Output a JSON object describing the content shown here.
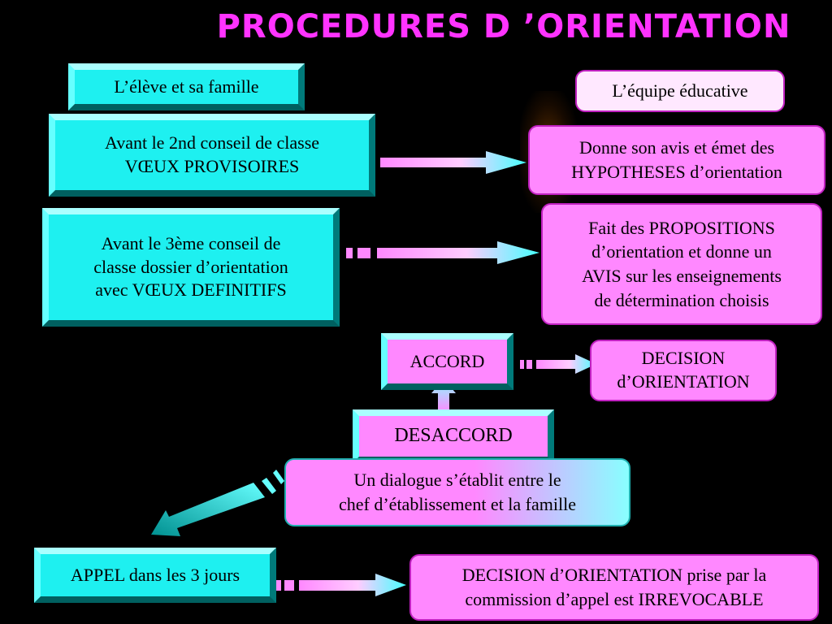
{
  "title": "PROCEDURES D ’ORIENTATION",
  "left": {
    "header": "L’élève et sa famille",
    "step1": [
      "Avant le 2nd conseil de classe",
      "VŒUX PROVISOIRES"
    ],
    "step2": [
      "Avant le 3ème conseil de",
      "classe dossier d’orientation",
      "avec VŒUX DEFINITIFS"
    ],
    "appel": "APPEL dans les 3 jours"
  },
  "right": {
    "header": "L’équipe éducative",
    "step1": [
      "Donne son avis et émet des",
      "HYPOTHESES d’orientation"
    ],
    "step2": [
      "Fait des PROPOSITIONS",
      "d’orientation et donne un",
      "AVIS sur les enseignements",
      "de détermination choisis"
    ]
  },
  "center": {
    "accord": "ACCORD",
    "decision": [
      "DECISION",
      "d’ORIENTATION"
    ],
    "desaccord": "DESACCORD",
    "dialogue": [
      "Un dialogue s’établit entre le",
      "chef d’établissement et la famille"
    ],
    "final": [
      "DECISION d’ORIENTATION prise par la",
      "commission d’appel est IRREVOCABLE"
    ]
  },
  "colors": {
    "title": "#ff33ff",
    "cyan": "#1ef0f0",
    "pink": "#ff88ff"
  }
}
